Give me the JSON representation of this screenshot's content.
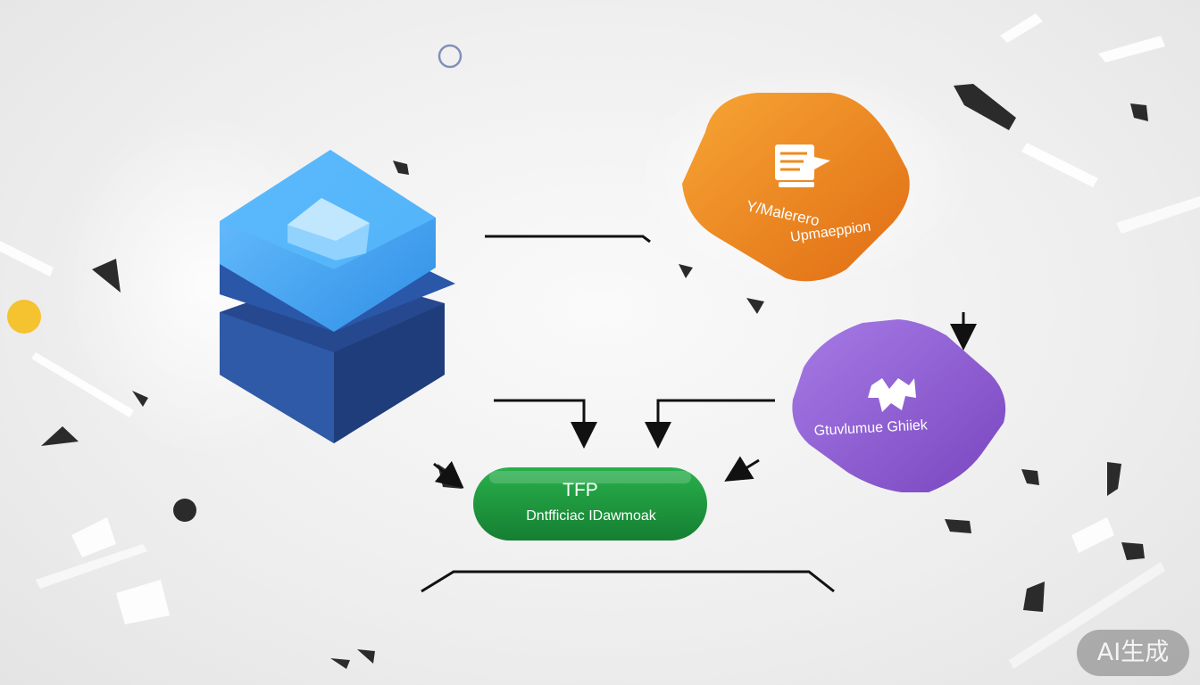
{
  "nodes": {
    "orange": {
      "line1": "Y/Malerero",
      "line2": "Upmaeppion",
      "color": "#ef8a1e",
      "icon": "document-icon"
    },
    "purple": {
      "text": "Gtuvlumue Ghiiek",
      "color": "#8e5cd2",
      "icon": "wolf-emblem-icon"
    },
    "green": {
      "title": "TFP",
      "subtitle": "Dntfficiac IDawmoak",
      "color": "#1f9a3f"
    },
    "blue": {
      "color": "#3fa2ee",
      "icon": "stacked-cube-icon"
    }
  },
  "watermark": {
    "text": "AI生成"
  },
  "colors": {
    "accent_yellow": "#f5c230",
    "background": "#efefef",
    "connector": "#111111"
  }
}
